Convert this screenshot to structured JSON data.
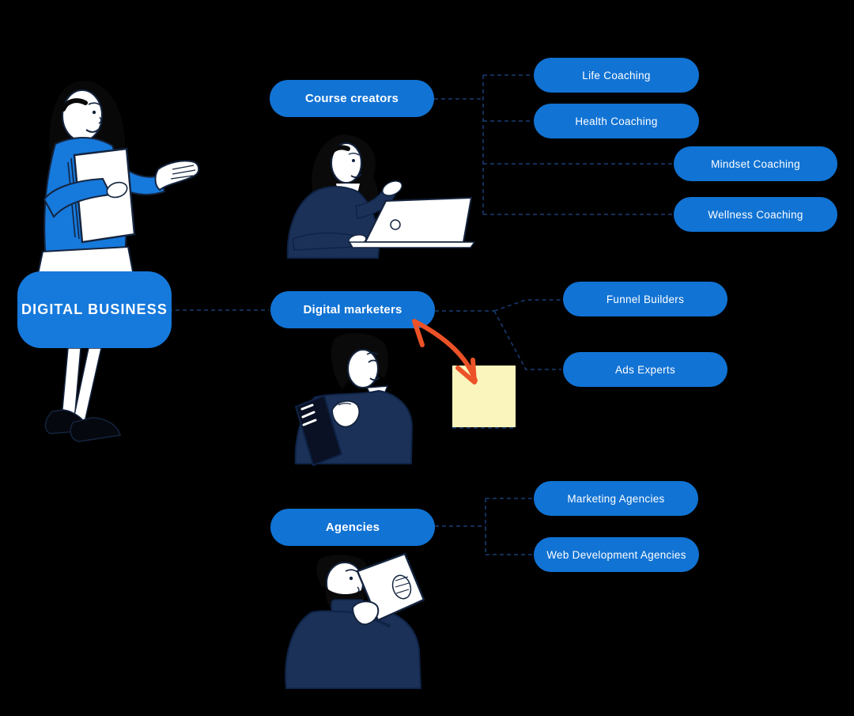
{
  "diagram": {
    "background": "#000000",
    "root": {
      "label": "DIGITAL BUSINESS"
    },
    "branches": [
      {
        "label": "Course creators",
        "children": [
          "Life Coaching",
          "Health Coaching",
          "Mindset Coaching",
          "Wellness Coaching"
        ]
      },
      {
        "label": "Digital marketers",
        "children": [
          "Funnel Builders",
          "Ads Experts"
        ]
      },
      {
        "label": "Agencies",
        "children": [
          "Marketing Agencies",
          "Web Development Agencies"
        ]
      }
    ],
    "annotations": {
      "sticky_note": {
        "text": "",
        "color": "#FAF5BC"
      },
      "arrow": {
        "color": "#EC5227",
        "points_to": "Digital marketers"
      }
    },
    "colors": {
      "node_blue": "#1173D4",
      "root_blue": "#1679DC",
      "connector_blue": "#2E6FD6",
      "illustration_navy": "#1C3157",
      "outline_navy": "#14243F"
    },
    "illustrations": [
      "presenting-woman",
      "woman-using-laptop",
      "man-holding-phone",
      "man-reading-document"
    ]
  }
}
